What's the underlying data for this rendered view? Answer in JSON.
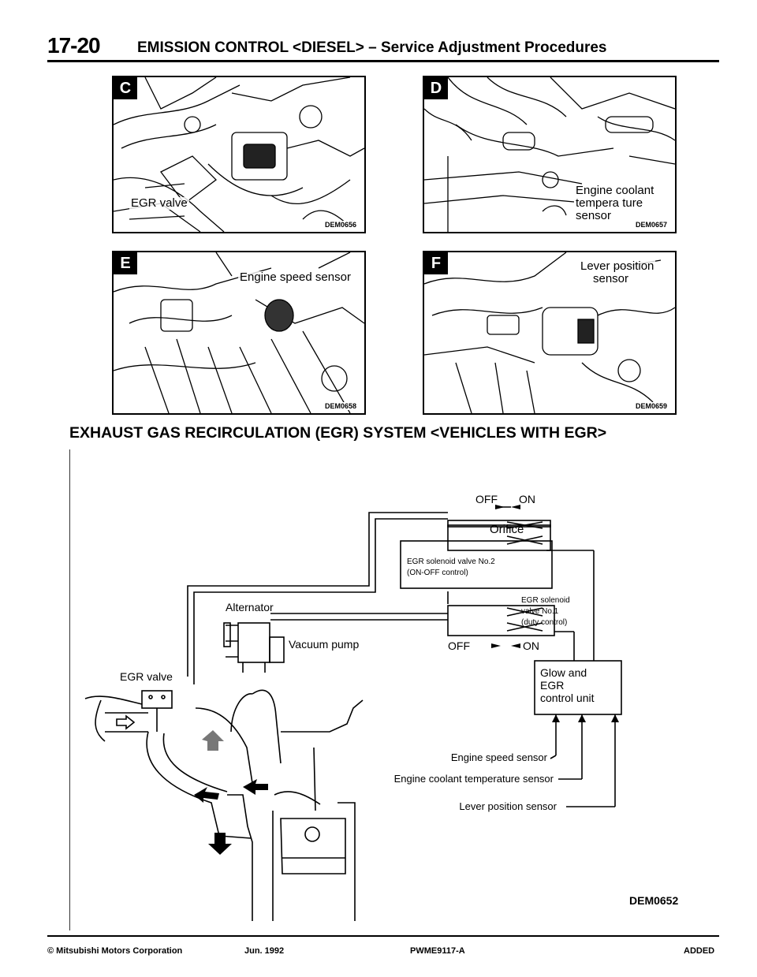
{
  "header": {
    "page_number": "17-20",
    "title": "EMISSION CONTROL <DIESEL> – Service Adjustment Procedures"
  },
  "photos": [
    {
      "badge": "C",
      "labels": [
        "EGR valve"
      ],
      "code": "DEM0656"
    },
    {
      "badge": "D",
      "labels": [
        "Engine coolant",
        "tempera ture",
        "sensor"
      ],
      "code": "DEM0657"
    },
    {
      "badge": "E",
      "labels": [
        "Engine speed sensor"
      ],
      "code": "DEM0658"
    },
    {
      "badge": "F",
      "labels": [
        "Lever position",
        "sensor"
      ],
      "code": "DEM0659"
    }
  ],
  "section_title": "EXHAUST GAS RECIRCULATION (EGR) SYSTEM <VEHICLES WITH EGR>",
  "diagram": {
    "off_on_top": {
      "off": "OFF",
      "on": "ON"
    },
    "off_on_bottom": {
      "off": "OFF",
      "on": "ON"
    },
    "orifice": "Orifice",
    "solenoid2_line1": "EGR solenoid valve No.2",
    "solenoid2_line2": "(ON-OFF control)",
    "solenoid1_line1": "EGR solenoid",
    "solenoid1_line2": "valve No.1",
    "solenoid1_line3": "(duty control)",
    "alternator": "Alternator",
    "vacuum_pump": "Vacuum pump",
    "egr_valve": "EGR valve",
    "control_unit_line1": "Glow and",
    "control_unit_line2": "EGR",
    "control_unit_line3": "control unit",
    "sensor1": "Engine speed sensor",
    "sensor2": "Engine coolant temperature sensor",
    "sensor3": "Lever position sensor",
    "code": "DEM0652"
  },
  "footer": {
    "copyright": "© Mitsubishi Motors Corporation",
    "date": "Jun. 1992",
    "doc_code": "PWME9117-A",
    "status": "ADDED"
  }
}
